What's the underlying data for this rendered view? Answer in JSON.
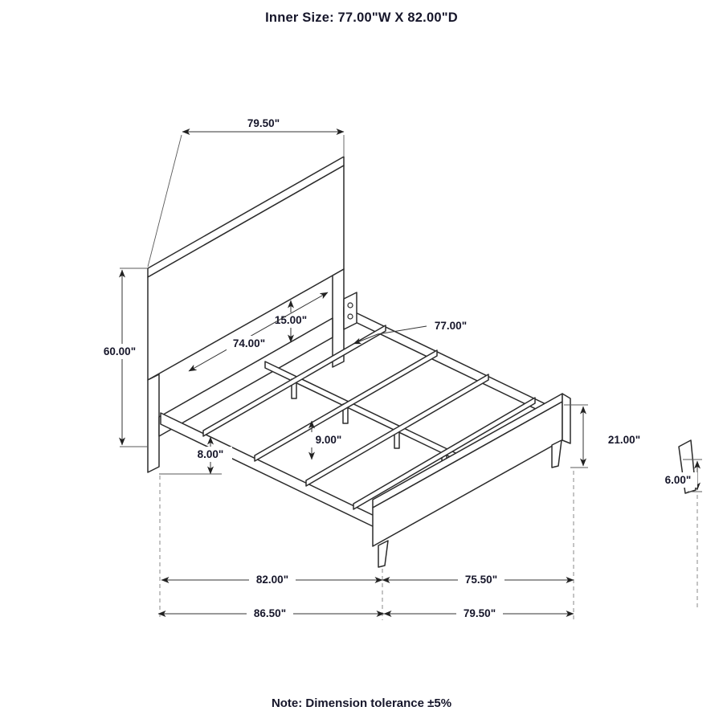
{
  "title": "Inner Size: 77.00\"W X 82.00\"D",
  "note": "Note: Dimension tolerance ±5%",
  "dimensions": {
    "headboard_width": "79.50\"",
    "headboard_height": "60.00\"",
    "panel_gap": "15.00\"",
    "inner_width": "74.00\"",
    "slat_length": "77.00\"",
    "deck_height": "9.00\"",
    "headboard_leg_height": "8.00\"",
    "footboard_height": "21.00\"",
    "rail_leg_height": "6.00\"",
    "inner_depth": "82.00\"",
    "rail_length": "75.50\"",
    "overall_depth": "86.50\"",
    "overall_width": "79.50\""
  }
}
